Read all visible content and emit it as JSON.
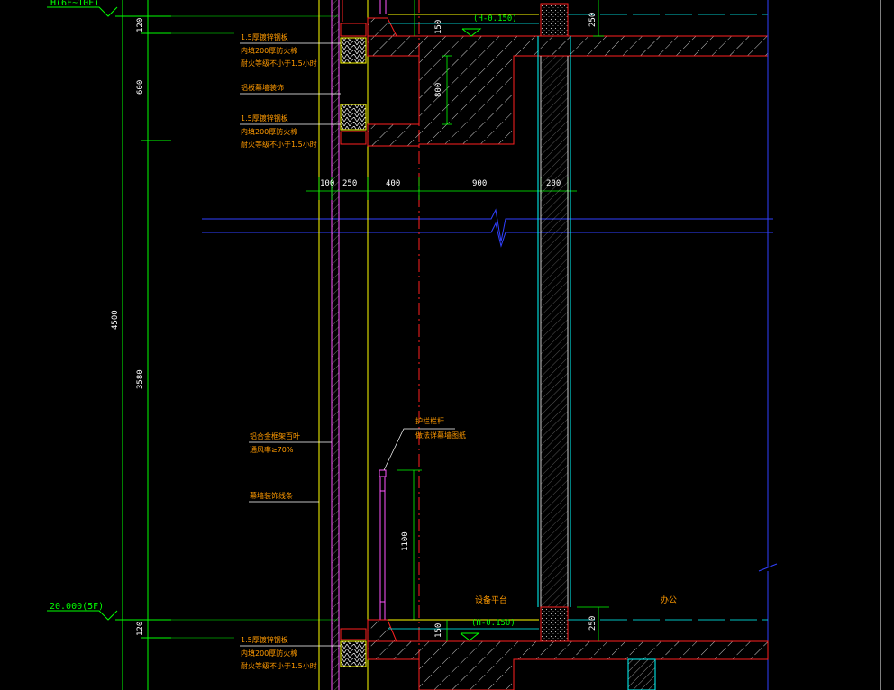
{
  "drawing": {
    "colors": {
      "background": "#000000",
      "green": "#00ff00",
      "red": "#ff2020",
      "yellow": "#ffff00",
      "orange": "#ff9a00",
      "white": "#ffffff",
      "cyan": "#00ffff",
      "blue": "#3040ff",
      "magenta": "#ff55ff",
      "hatch": "#ffffff"
    },
    "level_labels": {
      "top": "H(6F~10F)",
      "bottom": "20.000(5F)"
    },
    "floor_elev_labels": {
      "top": "(H-0.150)",
      "bottom": "(H-0.150)"
    },
    "vertical_dims": {
      "d120_top": "120",
      "d600": "600",
      "d4500": "4500",
      "d3580": "3580",
      "d120_bottom": "120",
      "d1100": "1100",
      "d150_top": "150",
      "d150_bottom": "150",
      "d800": "800",
      "d250_top": "250",
      "d250_bottom": "250"
    },
    "horizontal_dims": {
      "d100": "100",
      "d250": "250",
      "d400": "400",
      "d900": "900",
      "d200": "200"
    },
    "notes": {
      "n1_line1": "1.5厚镀锌钢板",
      "n1_line2": "内填200厚防火棉",
      "n1_line3": "耐火等级不小于1.5小时",
      "n2": "铝板幕墙装饰",
      "n3_line1": "1.5厚镀锌钢板",
      "n3_line2": "内填200厚防火棉",
      "n3_line3": "耐火等级不小于1.5小时",
      "n4_line1": "铝合金框架百叶",
      "n4_line2": "通风率≥70%",
      "n5": "幕墙装饰线条",
      "n6_line1": "护栏栏杆",
      "n6_line2": "做法详幕墙图纸",
      "n7_line1": "1.5厚镀锌钢板",
      "n7_line2": "内填200厚防火棉",
      "n7_line3": "耐火等级不小于1.5小时"
    },
    "room_labels": {
      "equipment_platform": "设备平台",
      "office": "办公"
    }
  }
}
